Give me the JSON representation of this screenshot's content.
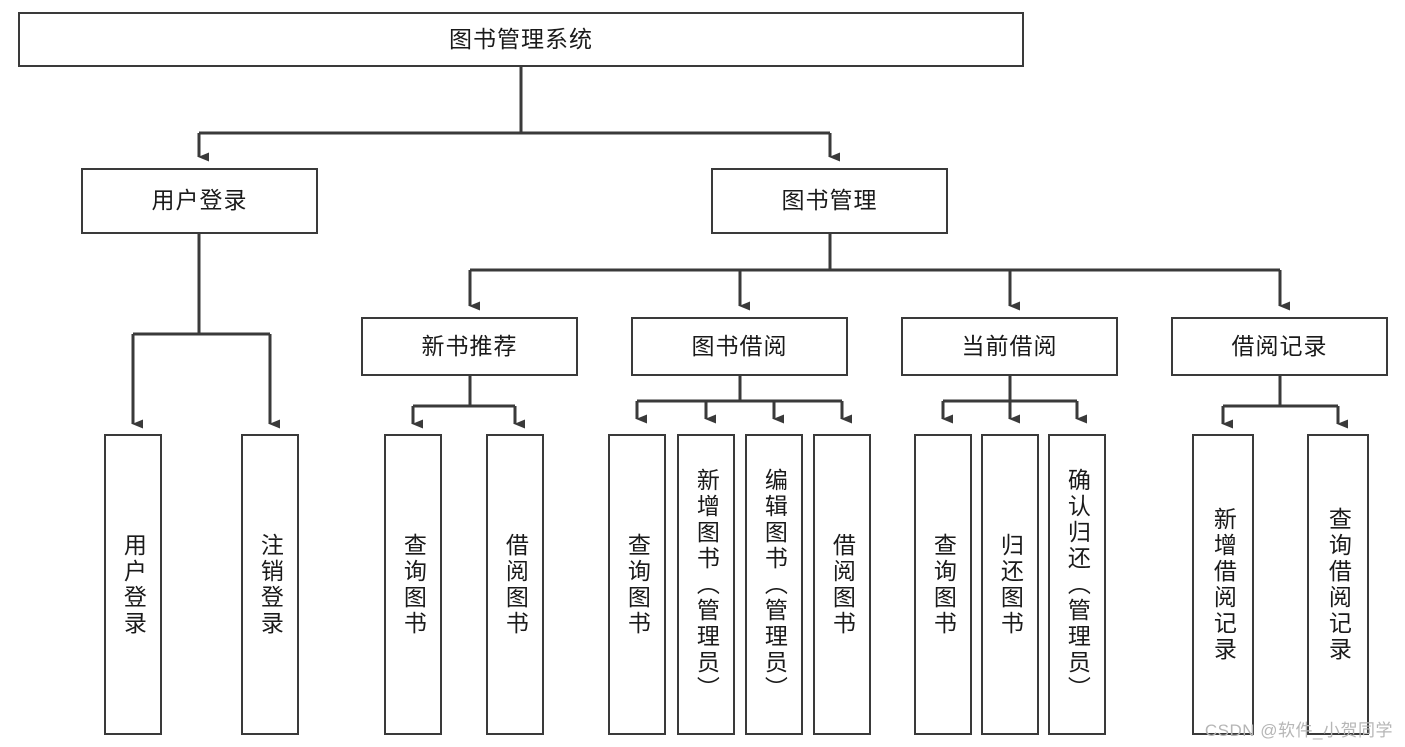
{
  "diagram": {
    "title": "图书管理系统",
    "type": "tree-hierarchy",
    "colors": {
      "box_border": "#3a3a3a",
      "box_fill": "#ffffff",
      "edge": "#3a3a3a",
      "text": "#1a1a1a",
      "watermark": "#b6b6b6",
      "background": "#ffffff"
    },
    "root": {
      "label": "图书管理系统"
    },
    "level2": [
      {
        "label": "用户登录"
      },
      {
        "label": "图书管理"
      }
    ],
    "level3": [
      {
        "label": "新书推荐"
      },
      {
        "label": "图书借阅"
      },
      {
        "label": "当前借阅"
      },
      {
        "label": "借阅记录"
      }
    ],
    "leaves": {
      "user_login": [
        {
          "label": "用户登录"
        },
        {
          "label": "注销登录"
        }
      ],
      "new_book_recommend": [
        {
          "label": "查询图书"
        },
        {
          "label": "借阅图书"
        }
      ],
      "book_borrow": [
        {
          "label": "查询图书"
        },
        {
          "label": "新增图书（管理员）"
        },
        {
          "label": "编辑图书（管理员）"
        },
        {
          "label": "借阅图书"
        }
      ],
      "current_borrow": [
        {
          "label": "查询图书"
        },
        {
          "label": "归还图书"
        },
        {
          "label": "确认归还（管理员）"
        }
      ],
      "borrow_record": [
        {
          "label": "新增借阅记录"
        },
        {
          "label": "查询借阅记录"
        }
      ]
    }
  },
  "watermark": {
    "text": "CSDN @软件_小贺同学"
  }
}
